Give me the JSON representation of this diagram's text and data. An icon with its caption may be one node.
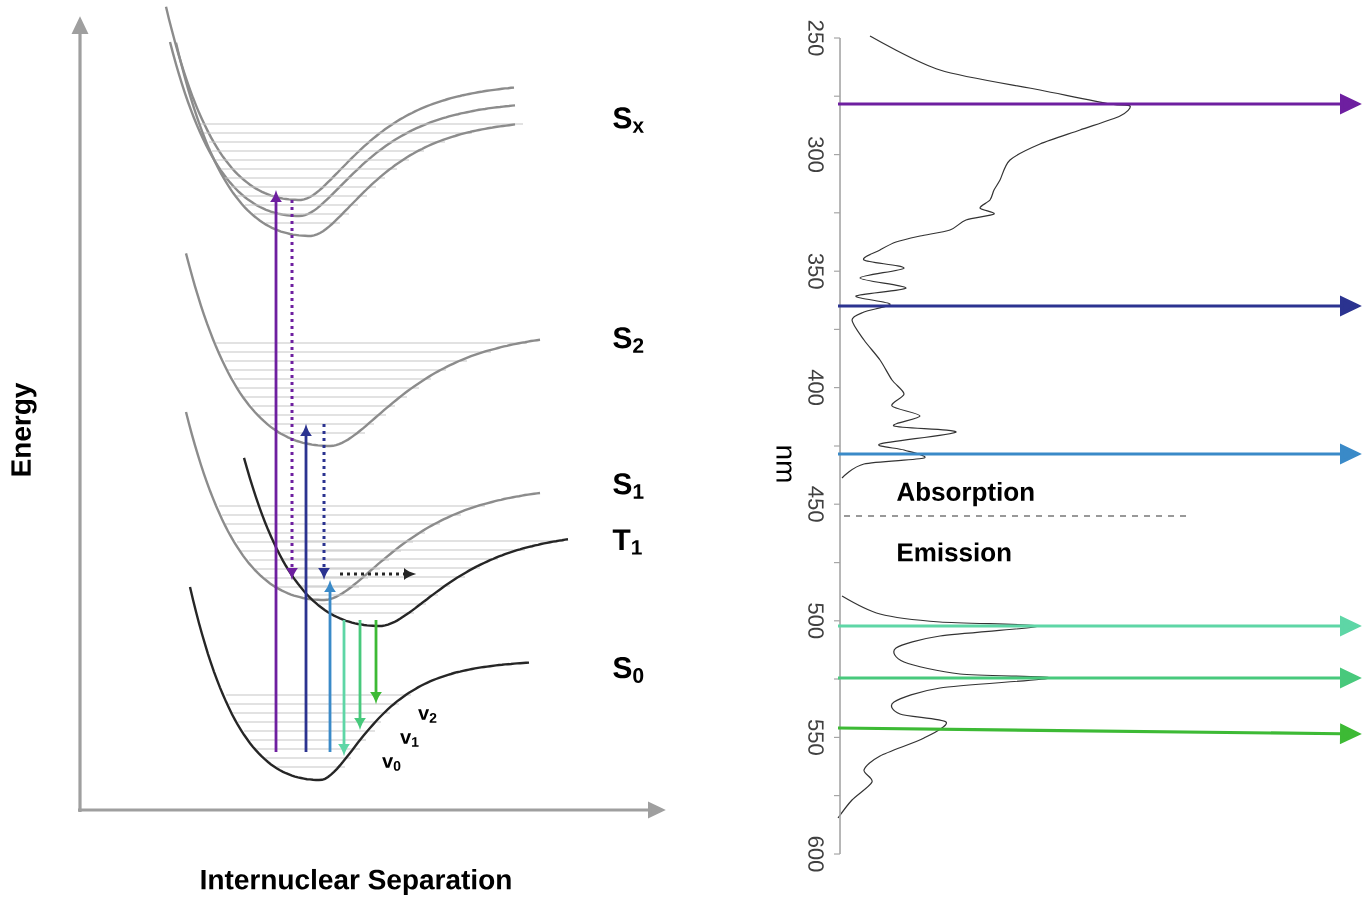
{
  "diagram": {
    "labels": [
      "S$_{x}$",
      "S$_{2}$",
      "S$_{1}$",
      "T$_{1}$",
      "S$_{0}$",
      "v$_{2}$",
      "v$_{1}$",
      "v$_{0}$",
      "Energy",
      "Internuclear Separation",
      "250",
      "300",
      "350",
      "400",
      "450",
      "500",
      "550",
      "600",
      "nm",
      "Absorption",
      "Emission"
    ]
  }
}
